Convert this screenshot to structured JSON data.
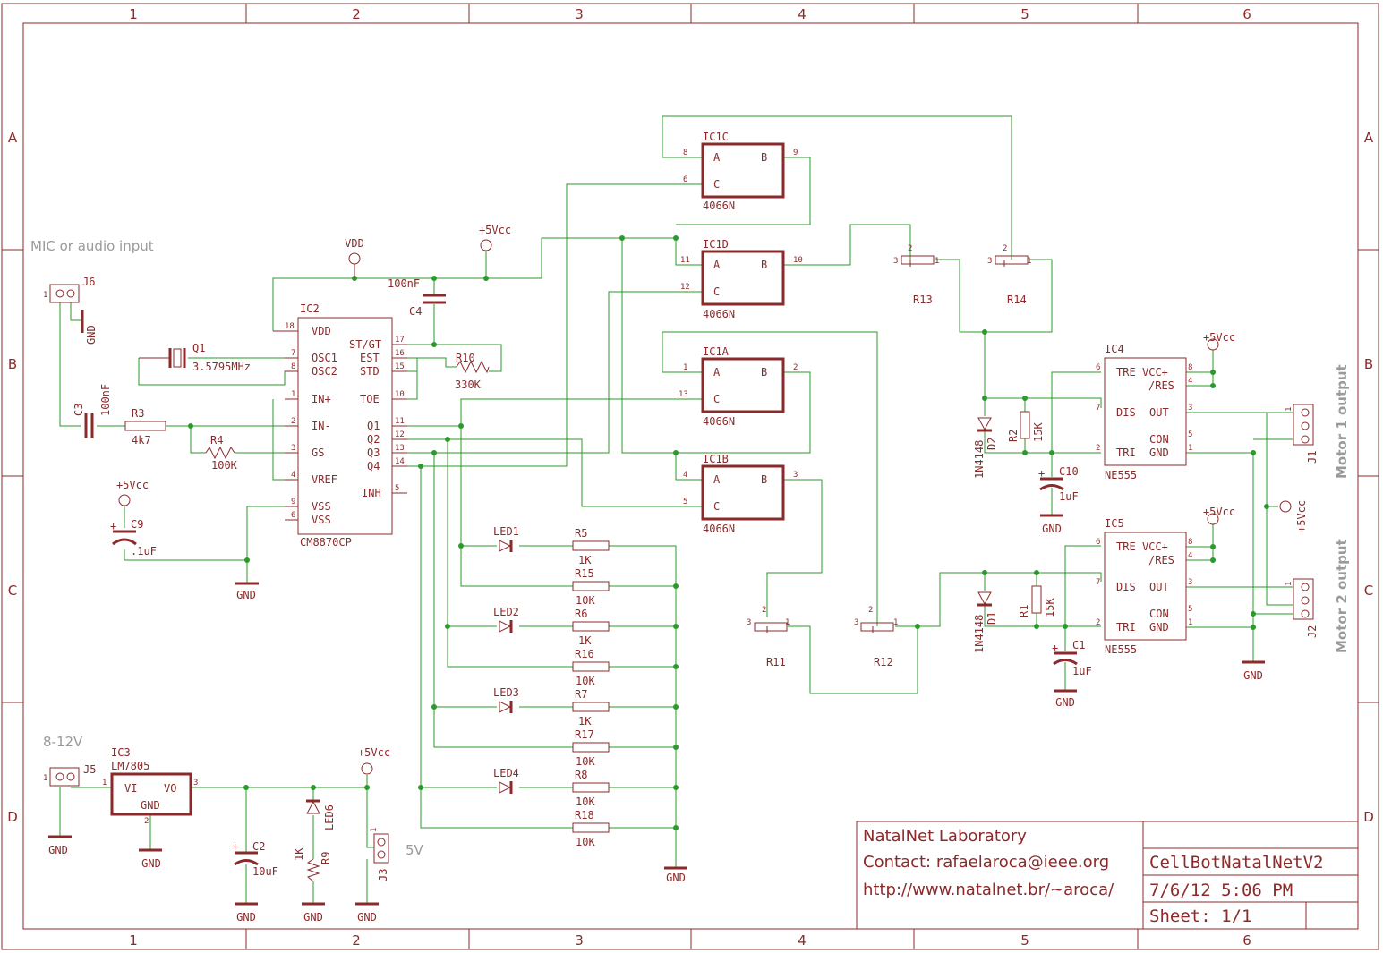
{
  "frame": {
    "columns": [
      "1",
      "2",
      "3",
      "4",
      "5",
      "6"
    ],
    "rows": [
      "A",
      "B",
      "C",
      "D"
    ]
  },
  "notes": {
    "mic": "MIC or audio input",
    "power_in": "8-12V",
    "five_v": "5V",
    "motor1": "Motor 1 output",
    "motor2": "Motor 2 output"
  },
  "supplies": {
    "vdd": "VDD",
    "vcc": "+5Vcc",
    "gnd": "GND"
  },
  "ic2": {
    "name": "IC2",
    "part": "CM8870CP",
    "left_pins": [
      {
        "num": "18",
        "name": "VDD"
      },
      {
        "num": "7",
        "name": "OSC1"
      },
      {
        "num": "8",
        "name": "OSC2"
      },
      {
        "num": "1",
        "name": "IN+"
      },
      {
        "num": "2",
        "name": "IN-"
      },
      {
        "num": "3",
        "name": "GS"
      },
      {
        "num": "4",
        "name": "VREF"
      },
      {
        "num": "9",
        "name": "VSS"
      },
      {
        "num": "6",
        "name": "VSS"
      }
    ],
    "right_pins": [
      {
        "num": "17",
        "name": "ST/GT"
      },
      {
        "num": "16",
        "name": "EST"
      },
      {
        "num": "15",
        "name": "STD"
      },
      {
        "num": "10",
        "name": "TOE"
      },
      {
        "num": "11",
        "name": "Q1"
      },
      {
        "num": "12",
        "name": "Q2"
      },
      {
        "num": "13",
        "name": "Q3"
      },
      {
        "num": "14",
        "name": "Q4"
      },
      {
        "num": "5",
        "name": "INH"
      }
    ]
  },
  "switches": [
    {
      "name": "IC1C",
      "part": "4066N",
      "pin_a": "8",
      "pin_c": "6",
      "pin_b": "9"
    },
    {
      "name": "IC1D",
      "part": "4066N",
      "pin_a": "11",
      "pin_c": "12",
      "pin_b": "10"
    },
    {
      "name": "IC1A",
      "part": "4066N",
      "pin_a": "1",
      "pin_c": "13",
      "pin_b": "2"
    },
    {
      "name": "IC1B",
      "part": "4066N",
      "pin_a": "4",
      "pin_c": "5",
      "pin_b": "3"
    }
  ],
  "gate_labels": {
    "a": "A",
    "b": "B",
    "c": "C"
  },
  "timers": [
    {
      "name": "IC4",
      "part": "NE555"
    },
    {
      "name": "IC5",
      "part": "NE555"
    }
  ],
  "timer_pins": {
    "left": [
      {
        "num": "6",
        "name": "TRE"
      },
      {
        "num": "7",
        "name": "DIS"
      },
      {
        "num": "2",
        "name": "TRI"
      }
    ],
    "right": [
      {
        "num": "8",
        "name": "VCC+"
      },
      {
        "num": "4",
        "name": "/RES"
      },
      {
        "num": "3",
        "name": "OUT"
      },
      {
        "num": "5",
        "name": "CON"
      },
      {
        "num": "1",
        "name": "GND"
      }
    ]
  },
  "regulator": {
    "name": "IC3",
    "part": "LM7805",
    "vi": "VI",
    "vo": "VO",
    "gnd": "GND",
    "pin1": "1",
    "pin2": "2",
    "pin3": "3"
  },
  "parts": {
    "j6": "J6",
    "j5": "J5",
    "j3": "J3",
    "j1": "J1",
    "j2": "J2",
    "q1": "Q1",
    "q1_val": "3.5795MHz",
    "c3": "C3",
    "c3_val": "100nF",
    "c4": "C4",
    "c4_val": "100nF",
    "c9": "C9",
    "c9_val": ".1uF",
    "c2": "C2",
    "c2_val": "10uF",
    "c10": "C10",
    "c10_val": "1uF",
    "c1": "C1",
    "c1_val": "1uF",
    "r3": "R3",
    "r3_val": "4k7",
    "r4": "R4",
    "r4_val": "100K",
    "r10": "R10",
    "r10_val": "330K",
    "r9": "R9",
    "r9_val": "1K",
    "led6": "LED6",
    "r2": "R2",
    "r2_val": "15K",
    "r1": "R1",
    "r1_val": "15K",
    "d2": "D2",
    "d1": "D1",
    "d_val": "1N4148",
    "r11": "R11",
    "r12": "R12",
    "r13": "R13",
    "r14": "R14"
  },
  "indicators": [
    {
      "led": "LED1",
      "r": "R5",
      "r_val": "1K",
      "rb": "R15",
      "rb_val": "10K"
    },
    {
      "led": "LED2",
      "r": "R6",
      "r_val": "1K",
      "rb": "R16",
      "rb_val": "10K"
    },
    {
      "led": "LED3",
      "r": "R7",
      "r_val": "1K",
      "rb": "R17",
      "rb_val": "10K"
    },
    {
      "led": "LED4",
      "r": "R8",
      "r_val": "10K",
      "rb": "R18",
      "rb_val": "10K"
    }
  ],
  "pin_nums": {
    "one": "1",
    "two": "2",
    "three": "3",
    "plus": "+"
  },
  "title_block": {
    "lab": "NatalNet Laboratory",
    "contact": "Contact: rafaelaroca@ieee.org",
    "url": "http://www.natalnet.br/~aroca/",
    "design": "CellBotNatalNetV2",
    "datetime": "7/6/12 5:06 PM",
    "sheet": "Sheet: 1/1"
  }
}
